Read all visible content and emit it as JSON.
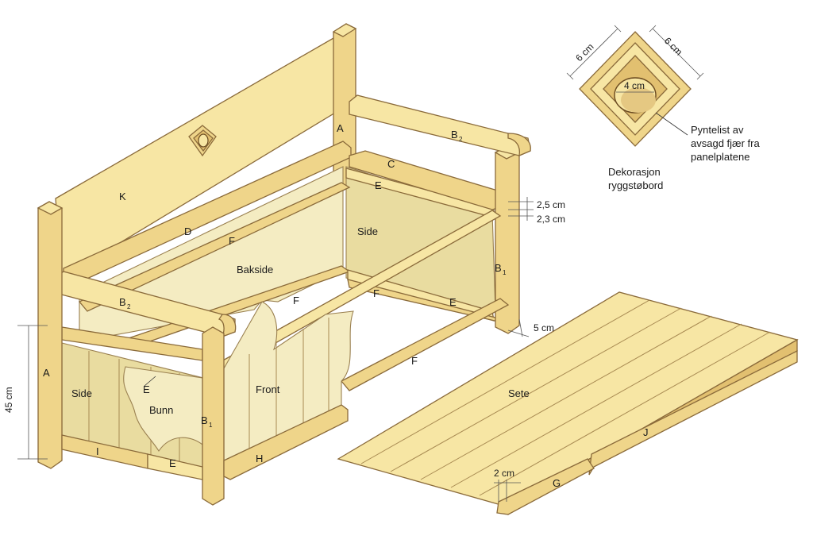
{
  "parts": {
    "K": "K",
    "A_back": "A",
    "A_front": "A",
    "B2_right_main": "B",
    "B2_right_sub": "2",
    "B2_left_main": "B",
    "B2_left_sub": "2",
    "B1_right_main": "B",
    "B1_right_sub": "1",
    "B1_front_main": "B",
    "B1_front_sub": "1",
    "C": "C",
    "D": "D",
    "E_back": "E",
    "E_right": "E",
    "E_left": "E",
    "E_bottom": "E",
    "F_top": "F",
    "F_mid_left": "F",
    "F_mid_right": "F",
    "F_front": "F",
    "G": "G",
    "H": "H",
    "I": "I",
    "J": "J"
  },
  "panels": {
    "side_right": "Side",
    "side_left": "Side",
    "back": "Bakside",
    "front": "Front",
    "bottom": "Bunn",
    "seat": "Sete"
  },
  "dimensions": {
    "d_25": "2,5 cm",
    "d_23": "2,3 cm",
    "d_5": "5 cm",
    "d_45": "45 cm",
    "d_2": "2 cm",
    "d_6_left": "6 cm",
    "d_6_right": "6 cm",
    "d_4": "4 cm"
  },
  "annotations": {
    "moulding_line1": "Pyntelist av",
    "moulding_line2": "avsagd fjær fra",
    "moulding_line3": "panelplatene",
    "decoration_line1": "Dekorasjon",
    "decoration_line2": "ryggstøbord"
  }
}
